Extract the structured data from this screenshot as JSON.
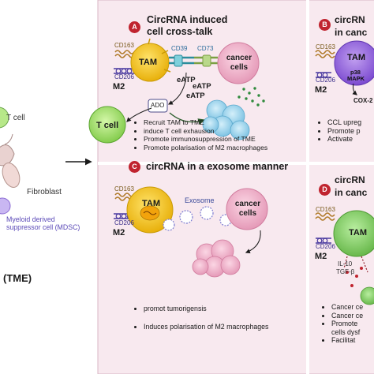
{
  "left": {
    "tcell_label": "T cell",
    "fibroblast_label": "Fibroblast",
    "mdsc_label": "Myeloid derived suppressor cell (MDSC)",
    "tme_label": "(TME)"
  },
  "panel_a": {
    "badge": "A",
    "title": "CircRNA induced cell cross-talk",
    "cd163": "CD163",
    "cd206": "CD206",
    "m2": "M2",
    "tam": "TAM",
    "cd39": "CD39",
    "cd73": "CD73",
    "cancer": "cancer cells",
    "eatp": [
      "eATP",
      "eATP",
      "eATP"
    ],
    "ado": "ADO",
    "tcell": "T cell",
    "bullets": [
      "Recruit TAM to TME",
      "induce T cell exhausion",
      "Promote immunosuppression of TME",
      "Promote polarisation of M2 macrophages"
    ]
  },
  "panel_b": {
    "badge": "B",
    "title": "circRN",
    "title2": "in canc",
    "cd163": "CD163",
    "cd206": "CD206",
    "m2": "M2",
    "tam": "TAM",
    "p38": "p38",
    "mapk": "MAPK",
    "cox": "COX-2",
    "bullets": [
      "CCL upreg",
      "Promote p",
      "Activate"
    ]
  },
  "panel_c": {
    "badge": "C",
    "title": "circRNA in a exosome manner",
    "cd163": "CD163",
    "cd206": "CD206",
    "m2": "M2",
    "tam": "TAM",
    "exosome": "Exosome",
    "cancer": "cancer cells",
    "bullets": [
      "promot tumorigensis",
      "Induces polarisation of M2 macrophages"
    ]
  },
  "panel_d": {
    "badge": "D",
    "title": "circRN",
    "title2": "in canc",
    "cd163": "CD163",
    "cd206": "CD206",
    "m2": "M2",
    "tam": "TAM",
    "il10": "IL-10",
    "tgfb": "TGF-β",
    "bullets": [
      "Cancer ce",
      "Cancer ce",
      "Promote",
      "cells dysf",
      "Facilitat"
    ]
  },
  "colors": {
    "panel_bg": "#f8e9ef",
    "panel_border": "#d9b6c4",
    "badge": "#c0242f",
    "tam": "#f5c518",
    "tam_b": "#8e62d6",
    "cancer": "#f2b8ce",
    "tcell": "#a6e07a",
    "blue_cells": "#9fd3ec"
  }
}
